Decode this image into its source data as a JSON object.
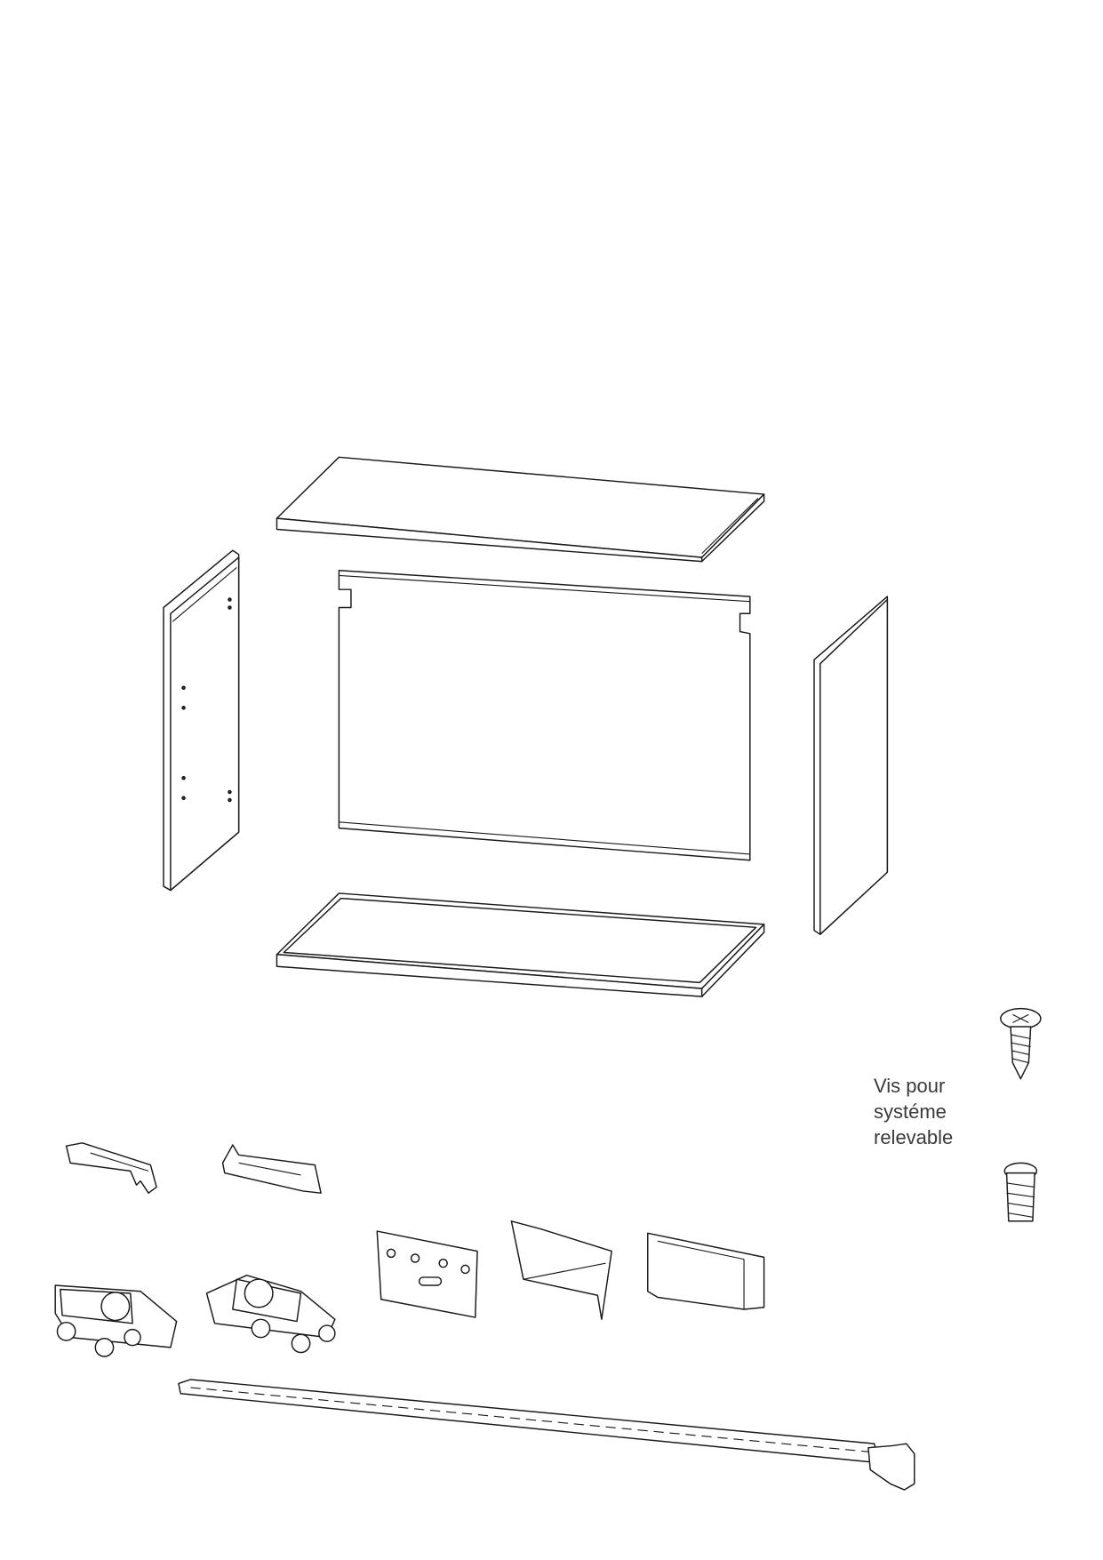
{
  "diagram": {
    "parts": [
      "top-panel",
      "left-side-panel",
      "back-panel",
      "right-side-panel",
      "bottom-panel",
      "screw-countersunk",
      "cam-dowel",
      "clip-bracket-left",
      "clip-bracket-right",
      "roller-carriage-left",
      "roller-carriage-right",
      "guide-plate",
      "end-cap-left",
      "end-cap-right",
      "rail-bar"
    ],
    "line_color": "#1a1a1a",
    "screw_label": {
      "line1": "Vis pour",
      "line2": "systéme",
      "line3": "relevable"
    }
  }
}
